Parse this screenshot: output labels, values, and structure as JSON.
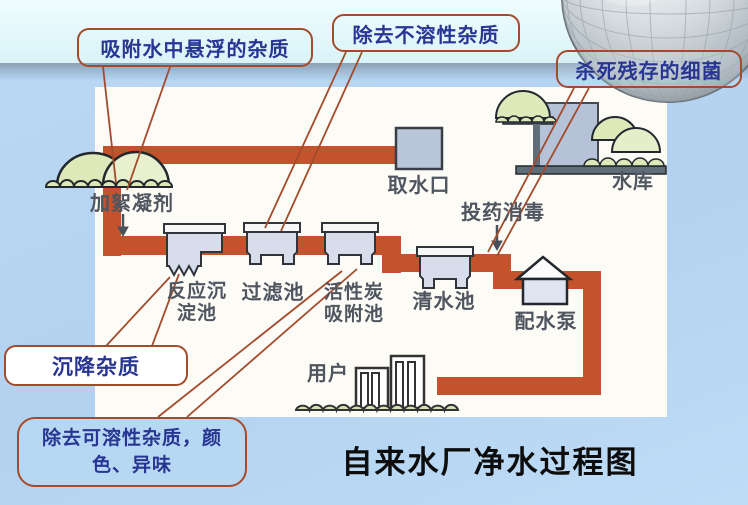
{
  "slide": {
    "title": "自来水厂净水过程图",
    "callouts": {
      "adsorb": "吸附水中悬浮的杂质",
      "insoluble": "除去不溶性杂质",
      "sterilize": "杀死残存的细菌",
      "settle": "沉降杂质",
      "soluble": "除去可溶性杂质，颜色、异味"
    },
    "labels": {
      "flocculant": "加絮凝剂",
      "intake": "取水口",
      "reservoir": "水库",
      "disinfect": "投药消毒",
      "reaction_sedimentation_tank": "反应沉淀池",
      "filter_tank": "过滤池",
      "activated_carbon_tank": "活性炭吸附池",
      "clear_water_tank": "清水池",
      "distribution_pump": "配水泵",
      "users": "用户"
    },
    "icons": {
      "globe": "globe-icon",
      "tree": "tree-icon",
      "pipe": "water-pipe",
      "tank": "tank-shape",
      "pump_house": "pump-house-icon",
      "buildings": "user-buildings-icon",
      "down_arrow": "down-arrow-icon"
    },
    "colors": {
      "pipe": "#c2532c",
      "callout_border": "#a34b2b",
      "callout_text": "#283593",
      "diagram_label_text": "#4f5660",
      "top_band": "#e2f8fa",
      "divider_band": "#8ba0b4",
      "background": "#b5d4f1",
      "panel": "#fcfbf6",
      "tank_fill": "#d7ddeb",
      "tree_fill": "#dde9b8",
      "water_fill": "#b5c2d7",
      "title_text": "#0d0d0d"
    }
  }
}
